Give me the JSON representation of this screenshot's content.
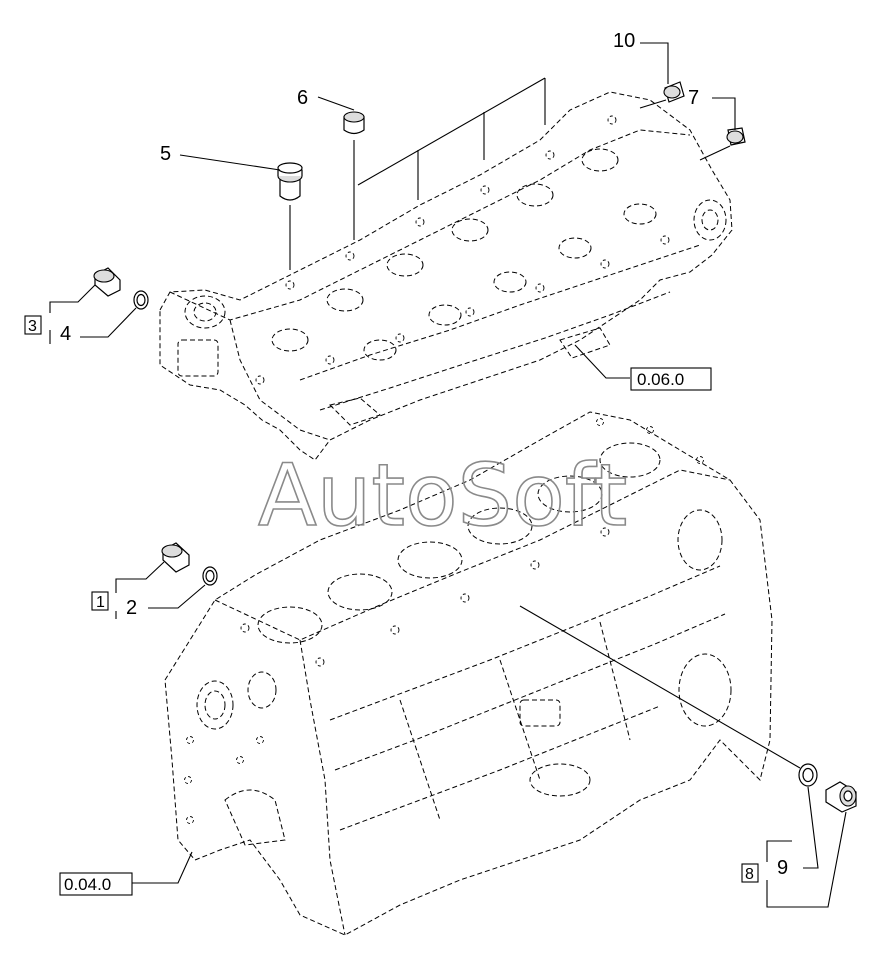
{
  "watermark": "AutoSoft",
  "callouts": [
    {
      "id": "1",
      "boxed": true
    },
    {
      "id": "2",
      "boxed": false
    },
    {
      "id": "3",
      "boxed": true
    },
    {
      "id": "4",
      "boxed": false
    },
    {
      "id": "5",
      "boxed": false
    },
    {
      "id": "6",
      "boxed": false
    },
    {
      "id": "7",
      "boxed": false
    },
    {
      "id": "8",
      "boxed": true
    },
    {
      "id": "9",
      "boxed": false
    },
    {
      "id": "10",
      "boxed": false
    }
  ],
  "references": {
    "cylinder_head": "0.06.0",
    "cylinder_block": "0.04.0"
  },
  "parts": [
    "cylinder-head",
    "cylinder-block",
    "plug-5",
    "plug-6",
    "plug-10",
    "plug-7",
    "plug-3",
    "washer-4",
    "plug-1",
    "washer-2",
    "plug-8",
    "washer-9"
  ]
}
